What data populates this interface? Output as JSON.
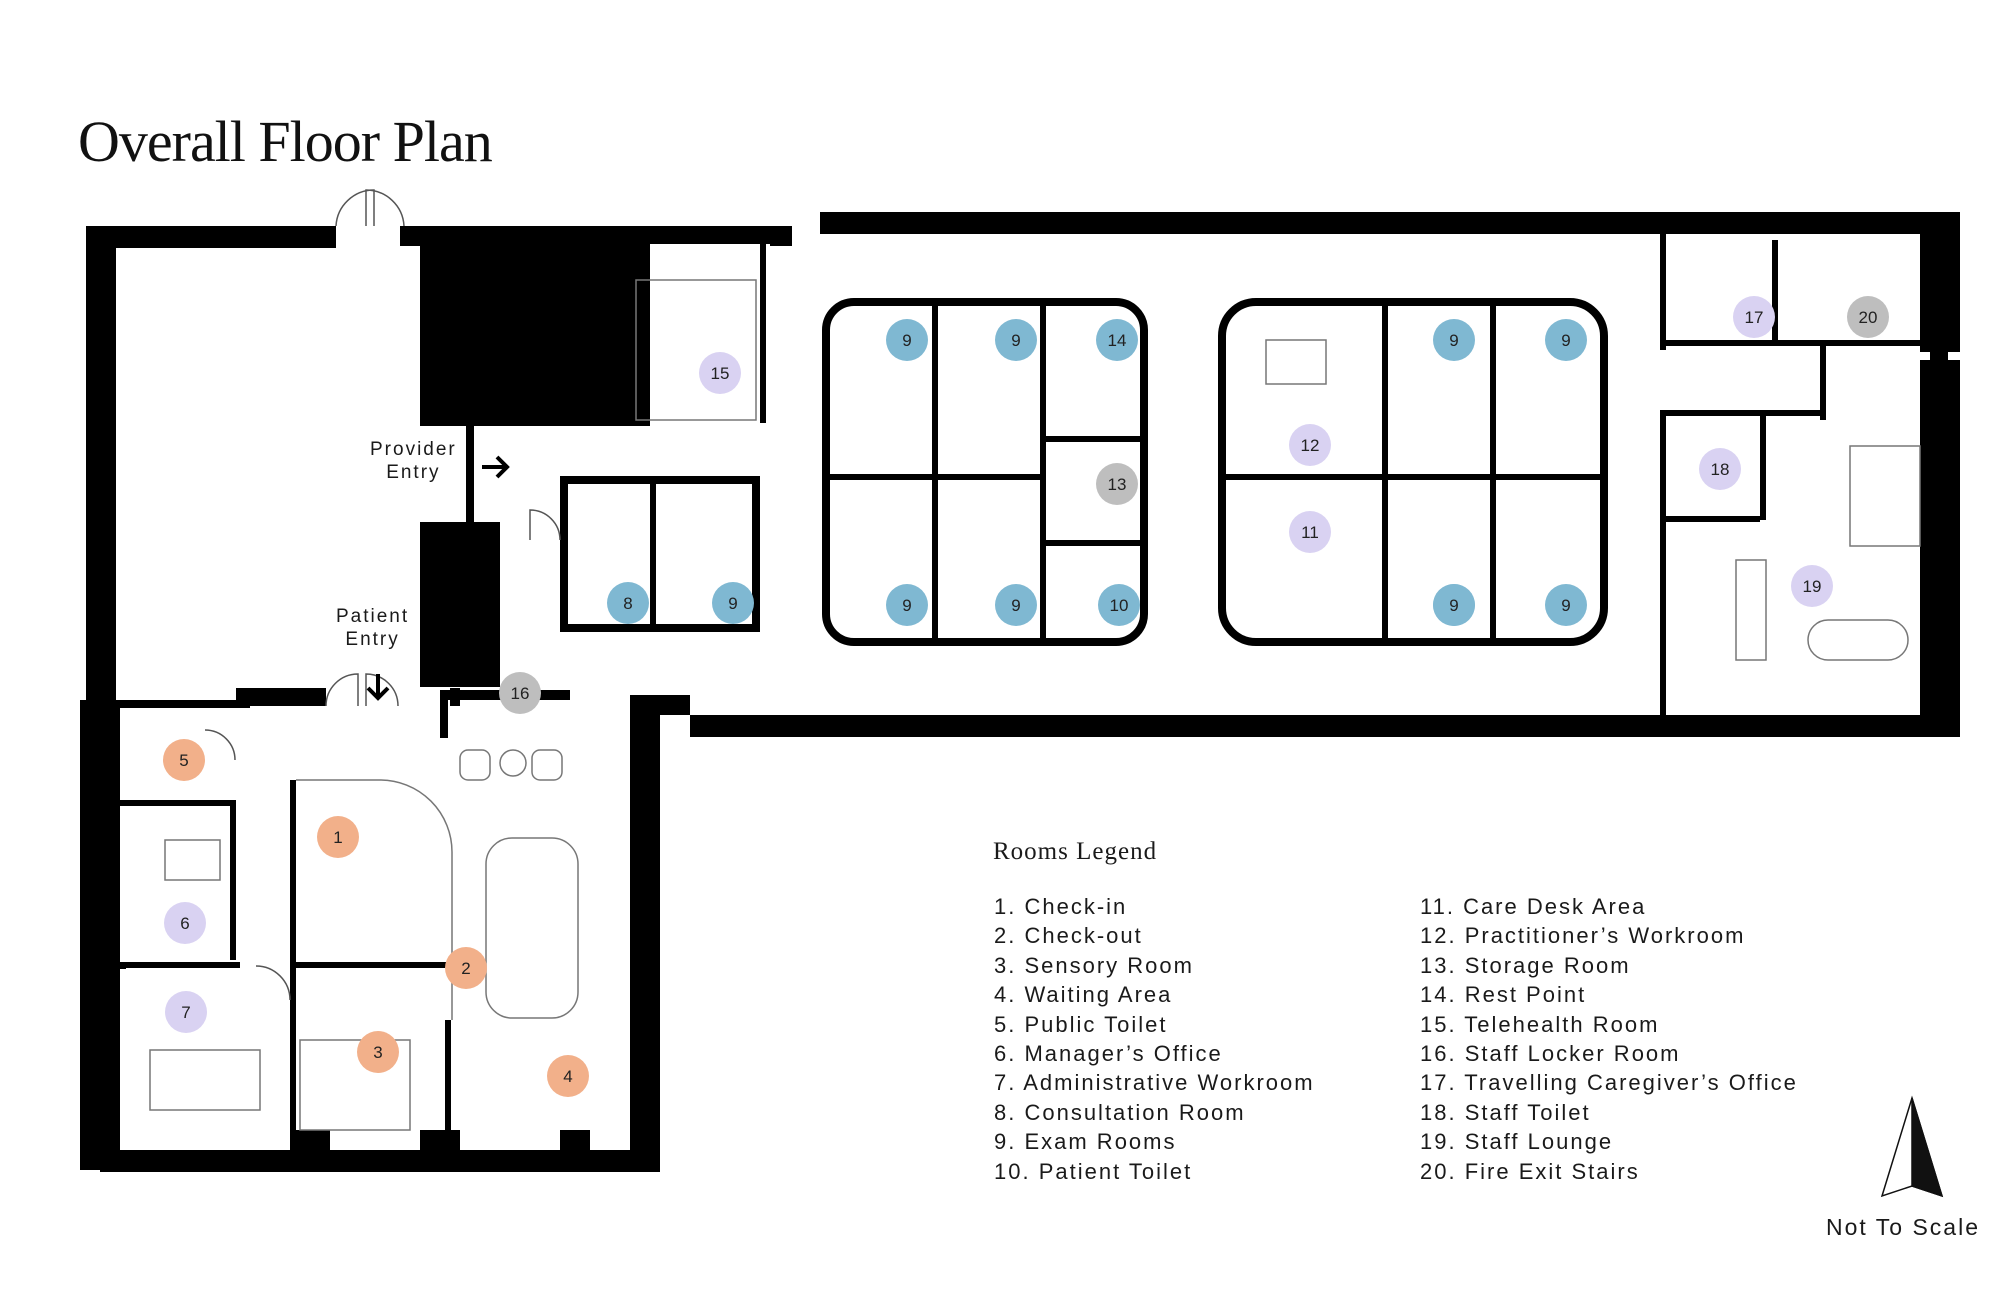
{
  "title": "Overall Floor Plan",
  "entries": {
    "provider": [
      "Provider",
      "Entry"
    ],
    "patient": [
      "Patient",
      "Entry"
    ]
  },
  "legend": {
    "title": "Rooms Legend",
    "items": [
      "1. Check-in",
      "2. Check-out",
      "3. Sensory Room",
      "4. Waiting Area",
      "5. Public Toilet",
      "6. Manager’s Office",
      "7. Administrative Workroom",
      "8. Consultation Room",
      "9. Exam Rooms",
      "10. Patient Toilet",
      "11. Care Desk Area",
      "12. Practitioner’s Workroom",
      "13. Storage Room",
      "14. Rest Point",
      "15. Telehealth Room",
      "16. Staff Locker Room",
      "17. Travelling Caregiver’s Office",
      "18. Staff Toilet",
      "19. Staff Lounge",
      "20. Fire Exit Stairs"
    ]
  },
  "scale_note": "Not To Scale",
  "colors": {
    "orange": "#F2B08A",
    "lavender": "#D9D2F2",
    "blue": "#7FB8D2",
    "gray": "#BEBEBE",
    "wall": "#000000"
  },
  "room_markers": [
    {
      "label": "1",
      "color": "orange"
    },
    {
      "label": "2",
      "color": "orange"
    },
    {
      "label": "3",
      "color": "orange"
    },
    {
      "label": "4",
      "color": "orange"
    },
    {
      "label": "5",
      "color": "orange"
    },
    {
      "label": "6",
      "color": "lavender"
    },
    {
      "label": "7",
      "color": "lavender"
    },
    {
      "label": "8",
      "color": "blue"
    },
    {
      "label": "9",
      "color": "blue"
    },
    {
      "label": "9",
      "color": "blue"
    },
    {
      "label": "9",
      "color": "blue"
    },
    {
      "label": "9",
      "color": "blue"
    },
    {
      "label": "9",
      "color": "blue"
    },
    {
      "label": "9",
      "color": "blue"
    },
    {
      "label": "9",
      "color": "blue"
    },
    {
      "label": "9",
      "color": "blue"
    },
    {
      "label": "9",
      "color": "blue"
    },
    {
      "label": "9",
      "color": "blue"
    },
    {
      "label": "10",
      "color": "blue"
    },
    {
      "label": "11",
      "color": "lavender"
    },
    {
      "label": "12",
      "color": "lavender"
    },
    {
      "label": "13",
      "color": "gray"
    },
    {
      "label": "14",
      "color": "blue"
    },
    {
      "label": "15",
      "color": "lavender"
    },
    {
      "label": "16",
      "color": "gray"
    },
    {
      "label": "17",
      "color": "lavender"
    },
    {
      "label": "18",
      "color": "lavender"
    },
    {
      "label": "19",
      "color": "lavender"
    },
    {
      "label": "20",
      "color": "gray"
    }
  ]
}
